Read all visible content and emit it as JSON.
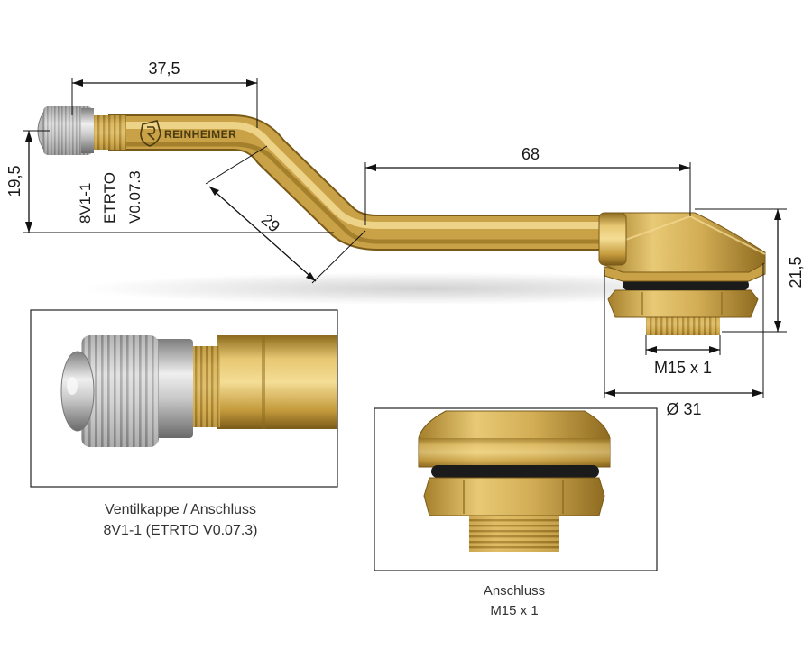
{
  "brand": {
    "name": "REINHEIMER"
  },
  "valve_marking": {
    "line1": "8V1-1",
    "line2": "ETRTO",
    "line3": "V0.07.3"
  },
  "dimensions": {
    "top_length": "37,5",
    "left_height": "19,5",
    "diagonal": "29",
    "mid_length": "68",
    "right_height": "21,5",
    "thread": "M15 x 1",
    "diameter": "Ø 31"
  },
  "inset_cap": {
    "caption_line1": "Ventilkappe / Anschluss",
    "caption_line2": "8V1-1 (ETRTO V0.07.3)"
  },
  "inset_base": {
    "caption_line1": "Anschluss",
    "caption_line2": "M15 x 1"
  },
  "colors": {
    "brass": "#d4ae52",
    "brass_dark": "#9c7a2a",
    "chrome": "#c8c8c8",
    "oring": "#1b1b1b"
  }
}
